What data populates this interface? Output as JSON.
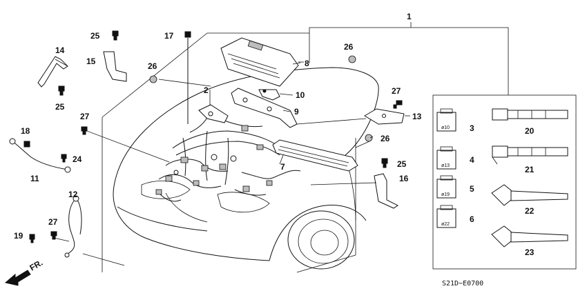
{
  "callouts": {
    "c1": "1",
    "c2": "2",
    "c3": "3",
    "c4": "4",
    "c5": "5",
    "c6": "6",
    "c7": "7",
    "c8": "8",
    "c9": "9",
    "c10": "10",
    "c11": "11",
    "c12": "12",
    "c13": "13",
    "c14": "14",
    "c15": "15",
    "c16": "16",
    "c17": "17",
    "c18": "18",
    "c19": "19",
    "c20": "20",
    "c21": "21",
    "c22": "22",
    "c23": "23",
    "c24": "24",
    "c25a": "25",
    "c25b": "25",
    "c25c": "25",
    "c26a": "26",
    "c26b": "26",
    "c26c": "26",
    "c27a": "27",
    "c27b": "27",
    "c27c": "27"
  },
  "connector_labels": {
    "p3": "ø10",
    "p4": "ø13",
    "p5": "ø19",
    "p6": "ø22"
  },
  "diagram_code": "S21D−E0700",
  "front_label": "FR."
}
